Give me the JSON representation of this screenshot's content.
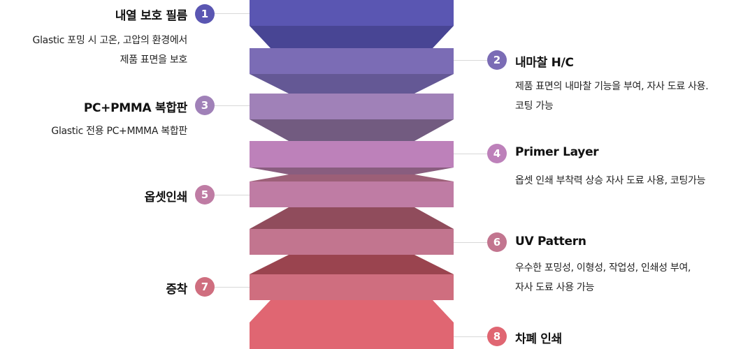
{
  "layers": [
    {
      "num": "1",
      "title": "내열 보호 필름",
      "desc": [
        "Glastic 포밍 시 고온, 고압의 환경에서",
        "제품 표면을 보호"
      ],
      "color": "#5a56b2",
      "shade": "#484594"
    },
    {
      "num": "2",
      "title": "내마찰 H/C",
      "desc": [
        "제품 표면의 내마찰 기능을 부여, 자사 도료 사용.",
        "코팅 가능"
      ],
      "color": "#7b6cb5",
      "shade": "#645895"
    },
    {
      "num": "3",
      "title": "PC+PMMA 복합판",
      "desc": [
        "Glastic 전용 PC+MMMA 복합판"
      ],
      "color": "#a081b8",
      "shade": "#725b80"
    },
    {
      "num": "4",
      "title": "Primer Layer",
      "desc": [
        "옵셋 인쇄 부착력 상승 자사 도료 사용, 코팅가능"
      ],
      "color": "#bd81ba",
      "shade": "#895d7f"
    },
    {
      "num": "5",
      "title": "옵셋인쇄",
      "desc": [],
      "color": "#bf7ca4",
      "shade": "#9c5f77"
    },
    {
      "num": "6",
      "title": "UV Pattern",
      "desc": [
        "우수한 포밍성, 이형성, 작업성, 인쇄성 부여,",
        "자사 도료 사용 가능"
      ],
      "color": "#c2758f",
      "shade": "#904c5c"
    },
    {
      "num": "7",
      "title": "증착",
      "desc": [],
      "color": "#cf6e7f",
      "shade": "#9a444f"
    },
    {
      "num": "8",
      "title": "차폐 인쇄",
      "desc": [],
      "color": "#e06672",
      "shade": "#e06672"
    }
  ]
}
